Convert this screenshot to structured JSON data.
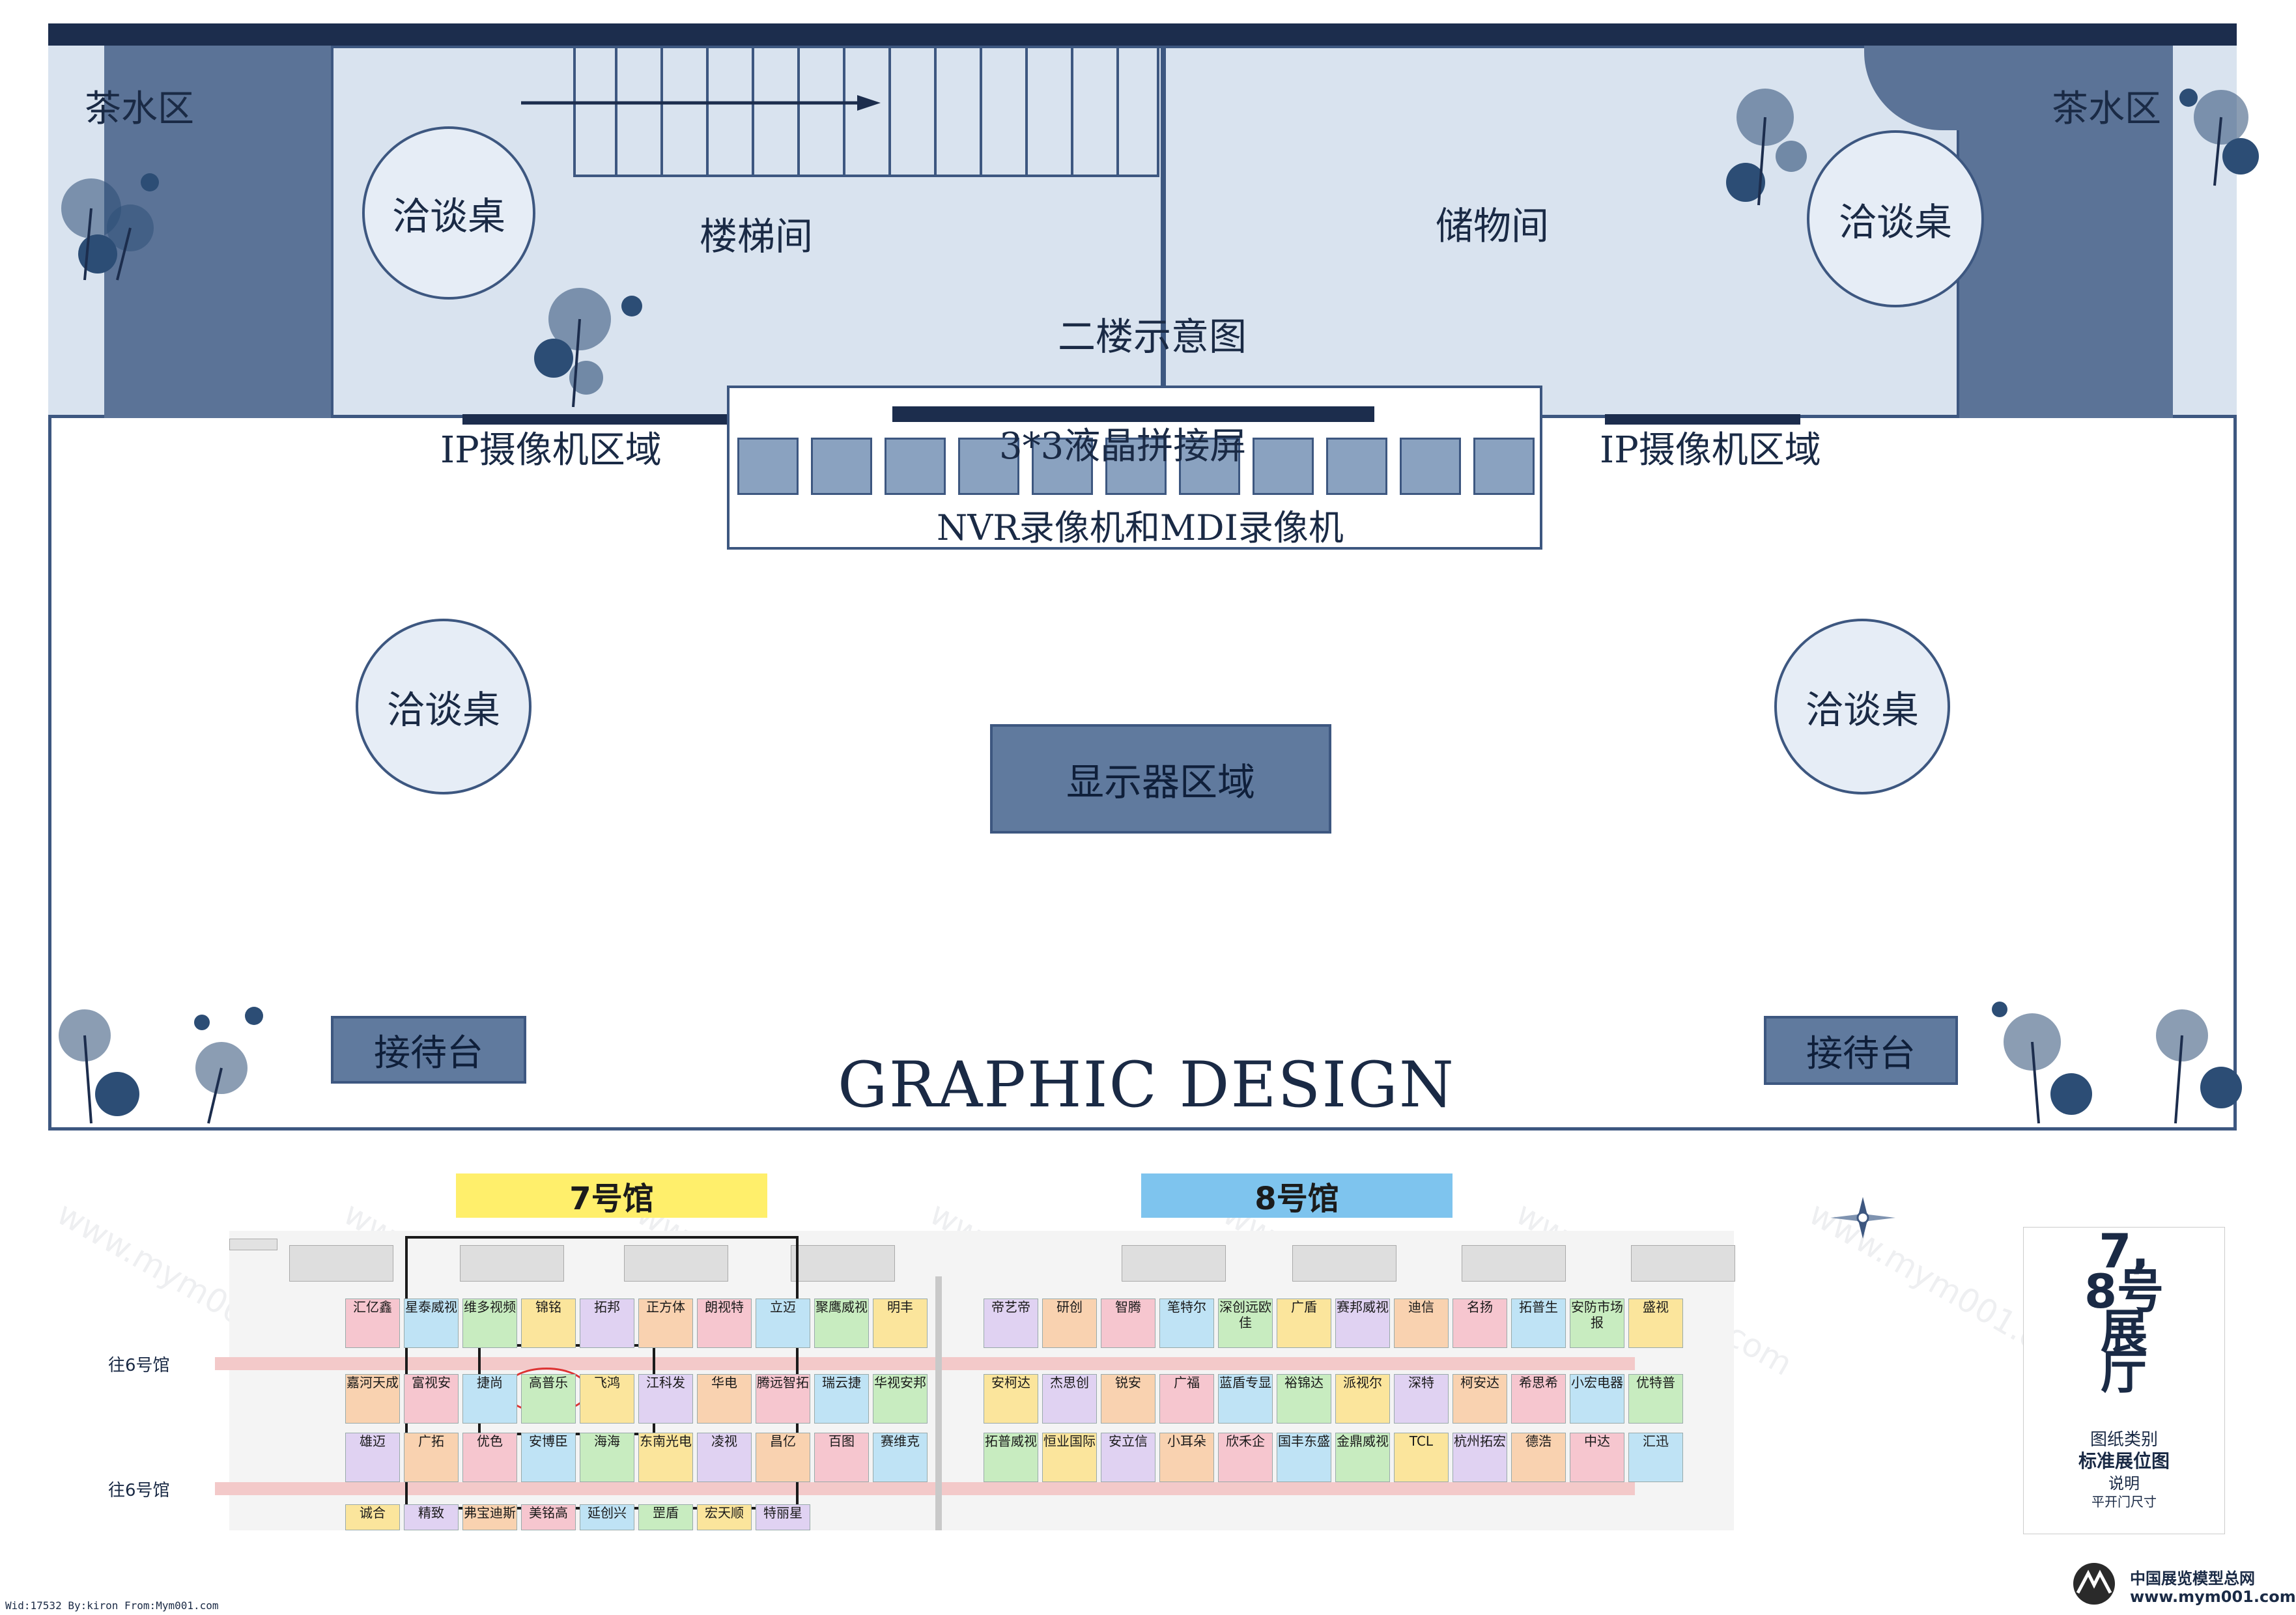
{
  "floorplan": {
    "labels": {
      "tea_left": "茶水区",
      "tea_right": "茶水区",
      "stairwell": "楼梯间",
      "storage": "储物间",
      "second_floor": "二楼示意图",
      "ip_left": "IP摄像机区域",
      "ip_right": "IP摄像机区域",
      "screen_wall": "3*3液晶拼接屏",
      "nvr": "NVR录像机和MDI录像机",
      "display_area": "显示器区域",
      "reception_left": "接待台",
      "reception_right": "接待台",
      "graphic_design": "GRAPHIC DESIGN"
    },
    "tables": [
      "洽谈桌",
      "洽谈桌",
      "洽谈桌",
      "洽谈桌"
    ]
  },
  "hall_map": {
    "hall7_title": "7号馆",
    "hall8_title": "8号馆",
    "to_hall6_top": "往6号馆",
    "to_hall6_bottom": "往6号馆",
    "side_title": "7, 8号展厅",
    "side_drawing_type": "图纸类别",
    "side_standard": "标准展位图",
    "side_note": "说明",
    "side_door": "平开门尺寸",
    "booths": [
      "汇亿鑫",
      "星泰威视",
      "维多视频",
      "锦铭",
      "拓邦",
      "正方体",
      "朗视特",
      "立迈",
      "聚鹰威视",
      "明丰",
      "帝艺帝",
      "研创",
      "智腾",
      "笔特尔",
      "深创远欧佳",
      "广盾",
      "赛邦威视",
      "迪信",
      "名扬",
      "拓普生",
      "安防市场报",
      "盛视",
      "嘉河天成",
      "富视安",
      "捷尚",
      "高普乐",
      "飞鸿",
      "江科发",
      "华电",
      "腾远智拓",
      "瑞云捷",
      "华视安邦",
      "安柯达",
      "杰思创",
      "锐安",
      "广福",
      "蓝盾专显",
      "裕锦达",
      "派视尔",
      "深特",
      "柯安达",
      "希思希",
      "小宏电器",
      "优特普",
      "雄迈",
      "广拓",
      "优色",
      "安博臣",
      "海海",
      "东南光电",
      "凌视",
      "昌亿",
      "百图",
      "赛维克",
      "拓普威视",
      "恒业国际",
      "安立信",
      "小耳朵",
      "欣禾企",
      "国丰东盛",
      "金鼎威视",
      "TCL",
      "杭州拓宏",
      "德浩",
      "中达",
      "汇迅",
      "诚合",
      "精致",
      "弗宝迪斯",
      "美铭高",
      "延创兴",
      "罡盾",
      "宏天顺",
      "特丽星"
    ]
  },
  "footer": {
    "credit": "Wid:17532 By:kiron From:Mym001.com",
    "brand_cn": "中国展览模型总网",
    "brand_url": "www.mym001.com"
  },
  "watermark": "www.mym001.com",
  "colors": {
    "dark_navy": "#1c2d4d",
    "slate_blue": "#5b7397",
    "light_blue": "#d9e3ef",
    "hall7_yellow": "#ffef6b",
    "hall8_blue": "#7ec4ee"
  }
}
